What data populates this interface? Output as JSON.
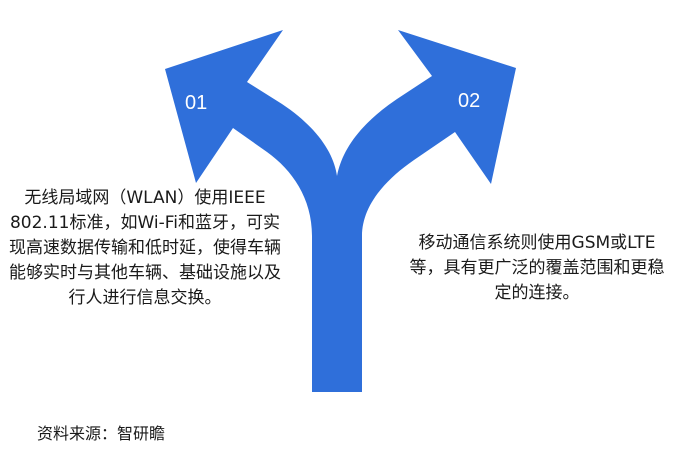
{
  "diagram": {
    "arrow_color": "#2F6FDA",
    "branches": [
      {
        "number": "01",
        "text": "无线局域网（WLAN）使用IEEE 802.11标准，如Wi-Fi和蓝牙，可实现高速数据传输和低时延，使得车辆能够实时与其他车辆、基础设施以及行人进行信息交换。"
      },
      {
        "number": "02",
        "text": "移动通信系统则使用GSM或LTE等，具有更广泛的覆盖范围和更稳定的连接。"
      }
    ]
  },
  "footer": {
    "source": "资料来源：智研瞻"
  }
}
